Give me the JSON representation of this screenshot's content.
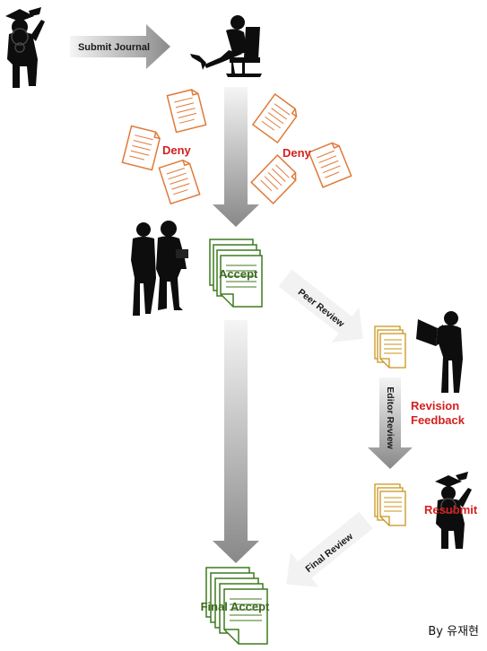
{
  "labels": {
    "submit_journal": "Submit Journal",
    "deny_left": "Deny",
    "deny_right": "Deny",
    "accept": "Accept",
    "peer_review": "Peer Review",
    "editor_review": "Editor Review",
    "revision_feedback_line1": "Revision",
    "revision_feedback_line2": "Feedback",
    "resubmit": "Resubmit",
    "final_review": "Final Review",
    "final_accept": "Final Accept",
    "credit": "By 유재현"
  },
  "colors": {
    "deny_text": "#d42020",
    "deny_paper": "#e07a3a",
    "accept_paper": "#3d7a1f",
    "review_paper": "#c8941a",
    "arrow_light": "#f2f2f2",
    "arrow_dark": "#8c8c8c",
    "silhouette": "#0d0d0d"
  },
  "icons": [
    "graduate-silhouette",
    "editor-in-chair-silhouette",
    "two-men-silhouette",
    "reviewer-reading-silhouette",
    "document-stack-icon"
  ]
}
